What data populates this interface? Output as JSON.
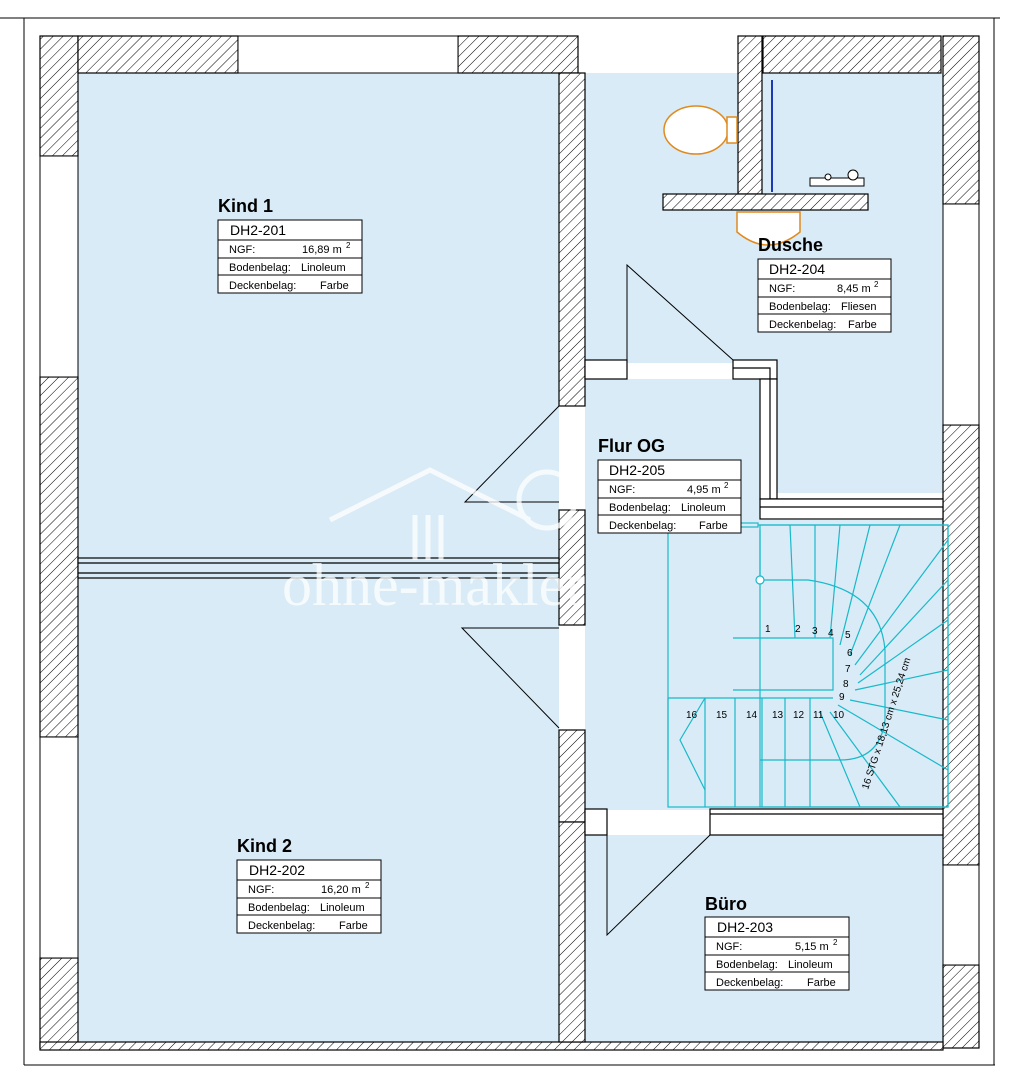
{
  "rooms": {
    "kind1": {
      "name": "Kind 1",
      "code": "DH2-201",
      "ngf_label": "NGF:",
      "ngf_value": "16,89 m",
      "floor_label": "Bodenbelag:",
      "floor_value": "Linoleum",
      "ceiling_label": "Deckenbelag:",
      "ceiling_value": "Farbe"
    },
    "kind2": {
      "name": "Kind 2",
      "code": "DH2-202",
      "ngf_label": "NGF:",
      "ngf_value": "16,20 m",
      "floor_label": "Bodenbelag:",
      "floor_value": "Linoleum",
      "ceiling_label": "Deckenbelag:",
      "ceiling_value": "Farbe"
    },
    "buero": {
      "name": "Büro",
      "code": "DH2-203",
      "ngf_label": "NGF:",
      "ngf_value": "5,15 m",
      "floor_label": "Bodenbelag:",
      "floor_value": "Linoleum",
      "ceiling_label": "Deckenbelag:",
      "ceiling_value": "Farbe"
    },
    "dusche": {
      "name": "Dusche",
      "code": "DH2-204",
      "ngf_label": "NGF:",
      "ngf_value": "8,45 m",
      "floor_label": "Bodenbelag:",
      "floor_value": "Fliesen",
      "ceiling_label": "Deckenbelag:",
      "ceiling_value": "Farbe"
    },
    "flur": {
      "name": "Flur OG",
      "code": "DH2-205",
      "ngf_label": "NGF:",
      "ngf_value": "4,95 m",
      "floor_label": "Bodenbelag:",
      "floor_value": "Linoleum",
      "ceiling_label": "Deckenbelag:",
      "ceiling_value": "Farbe"
    }
  },
  "area_unit_superscript": "2",
  "stair": {
    "label": "16 STG x 18,13 cm x 25,24 cm",
    "steps": [
      "1",
      "2",
      "3",
      "4",
      "5",
      "6",
      "7",
      "8",
      "9",
      "10",
      "11",
      "12",
      "13",
      "14",
      "15",
      "16"
    ]
  },
  "watermark": "ohne-makler",
  "colors": {
    "room_fill": "#d9ebf7",
    "wall_fill": "#ffffff",
    "hatch": "#000000",
    "stair": "#19b9c9",
    "fixture": "#e08a1e"
  }
}
